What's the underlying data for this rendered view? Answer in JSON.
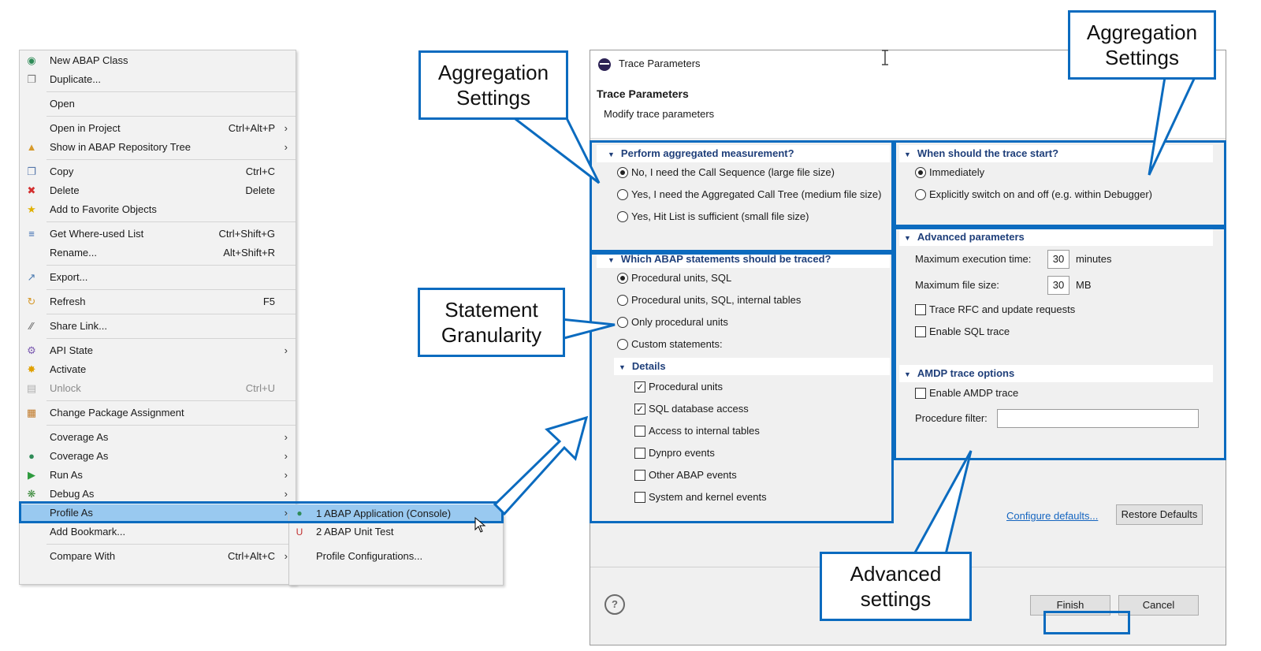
{
  "context_menu": {
    "items": [
      {
        "label": "New ABAP Class",
        "shortcut": "",
        "icon": "new-class-icon"
      },
      {
        "label": "Duplicate...",
        "shortcut": "",
        "icon": "duplicate-icon"
      },
      {
        "label": "Open",
        "shortcut": ""
      },
      {
        "label": "Open in Project",
        "shortcut": "Ctrl+Alt+P"
      },
      {
        "label": "Show in ABAP Repository Tree",
        "shortcut": "",
        "icon": "folder-icon"
      },
      {
        "label": "Copy",
        "shortcut": "Ctrl+C",
        "icon": "copy-icon"
      },
      {
        "label": "Delete",
        "shortcut": "Delete",
        "icon": "delete-icon"
      },
      {
        "label": "Add to Favorite Objects",
        "shortcut": "",
        "icon": "star-icon"
      },
      {
        "label": "Get Where-used List",
        "shortcut": "Ctrl+Shift+G",
        "icon": "where-used-icon"
      },
      {
        "label": "Rename...",
        "shortcut": "Alt+Shift+R"
      },
      {
        "label": "Export...",
        "shortcut": "",
        "icon": "export-icon"
      },
      {
        "label": "Refresh",
        "shortcut": "F5",
        "icon": "refresh-icon"
      },
      {
        "label": "Share Link...",
        "shortcut": "",
        "icon": "share-link-icon"
      },
      {
        "label": "API State",
        "shortcut": "",
        "icon": "api-state-icon"
      },
      {
        "label": "Activate",
        "shortcut": "",
        "icon": "activate-icon"
      },
      {
        "label": "Unlock",
        "shortcut": "Ctrl+U",
        "icon": "unlock-icon"
      },
      {
        "label": "Change Package Assignment",
        "shortcut": "",
        "icon": "package-icon"
      },
      {
        "label": "Coverage As",
        "shortcut": ""
      },
      {
        "label": "Coverage As",
        "shortcut": "",
        "icon": "coverage-icon"
      },
      {
        "label": "Run As",
        "shortcut": "",
        "icon": "run-icon"
      },
      {
        "label": "Debug As",
        "shortcut": "",
        "icon": "debug-icon"
      },
      {
        "label": "Profile As",
        "shortcut": ""
      },
      {
        "label": "Add Bookmark...",
        "shortcut": ""
      },
      {
        "label": "Compare With",
        "shortcut": "Ctrl+Alt+C"
      }
    ],
    "submenu": [
      {
        "label": "1 ABAP Application (Console)",
        "icon": "abap-application-icon"
      },
      {
        "label": "2 ABAP Unit Test",
        "icon": "abap-unit-test-icon"
      },
      {
        "label": "Profile Configurations...",
        "icon": ""
      }
    ]
  },
  "dialog": {
    "window_title": "Trace Parameters",
    "title": "Trace Parameters",
    "subtitle": "Modify trace parameters",
    "aggregation": {
      "heading": "Perform aggregated measurement?",
      "options": [
        "No, I need the Call Sequence (large file size)",
        "Yes, I need the Aggregated Call Tree (medium file size)",
        "Yes, Hit List is sufficient (small file size)"
      ],
      "selected": 0
    },
    "start": {
      "heading": "When should the trace start?",
      "options": [
        "Immediately",
        "Explicitly switch on and off (e.g. within Debugger)"
      ],
      "selected": 0
    },
    "statements": {
      "heading": "Which ABAP statements should be traced?",
      "options": [
        "Procedural units, SQL",
        "Procedural units, SQL, internal tables",
        "Only procedural units",
        "Custom statements:"
      ],
      "selected": 0,
      "details_heading": "Details",
      "details": [
        {
          "label": "Procedural units",
          "checked": true
        },
        {
          "label": "SQL database access",
          "checked": true
        },
        {
          "label": "Access to internal tables",
          "checked": false
        },
        {
          "label": "Dynpro events",
          "checked": false
        },
        {
          "label": "Other ABAP events",
          "checked": false
        },
        {
          "label": "System and kernel events",
          "checked": false
        }
      ]
    },
    "advanced": {
      "heading": "Advanced parameters",
      "max_exec_label": "Maximum execution time:",
      "max_exec_value": "30",
      "max_exec_unit": "minutes",
      "max_file_label": "Maximum file size:",
      "max_file_value": "30",
      "max_file_unit": "MB",
      "checks": [
        {
          "label": "Trace RFC and update requests",
          "checked": false
        },
        {
          "label": "Enable SQL trace",
          "checked": false
        }
      ]
    },
    "amdp": {
      "heading": "AMDP trace options",
      "check_label": "Enable AMDP trace",
      "filter_label": "Procedure filter:",
      "filter_value": ""
    },
    "configure_defaults": "Configure defaults...",
    "restore_defaults": "Restore Defaults",
    "finish": "Finish",
    "cancel": "Cancel",
    "help": "?"
  },
  "callouts": {
    "aggregation_left": [
      "Aggregation",
      "Settings"
    ],
    "aggregation_right": [
      "Aggregation",
      "Settings"
    ],
    "statement": [
      "Statement",
      "Granularity"
    ],
    "advanced": [
      "Advanced",
      "settings"
    ]
  },
  "colors": {
    "accent": "#0b6bbf",
    "highlight": "#99c9f0",
    "section_heading": "#1f3f7a",
    "link": "#1565c0"
  }
}
